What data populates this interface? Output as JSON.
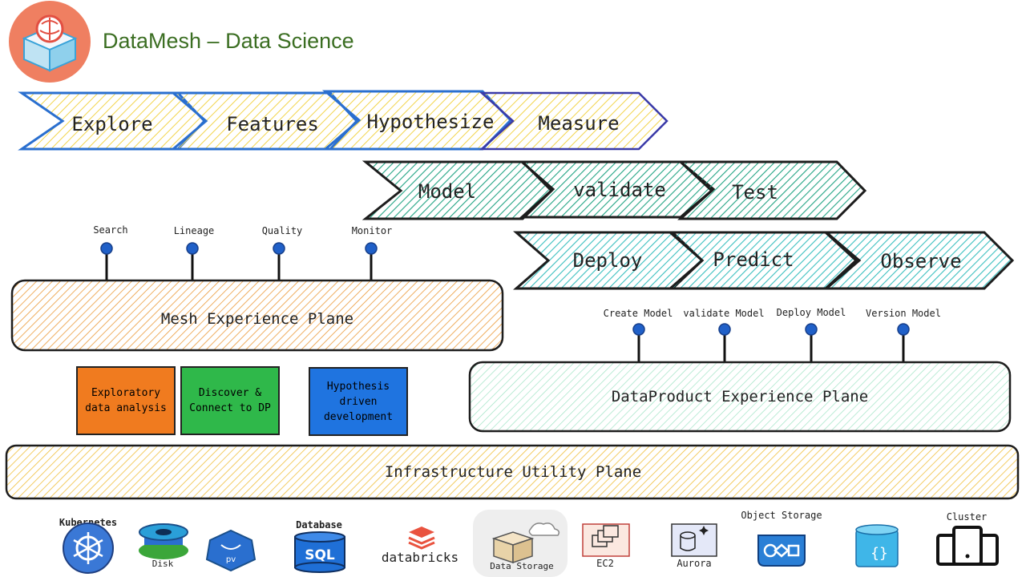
{
  "title": "DataMesh – Data Science",
  "row1": [
    "Explore",
    "Features",
    "Hypothesize",
    "Measure"
  ],
  "row2": [
    "Model",
    "validate",
    "Test"
  ],
  "row3": [
    "Deploy",
    "Predict",
    "Observe"
  ],
  "mesh_pins": [
    "Search",
    "Lineage",
    "Quality",
    "Monitor"
  ],
  "dp_pins": [
    "Create Model",
    "validate Model",
    "Deploy Model",
    "Version Model"
  ],
  "mesh_plane": "Mesh Experience Plane",
  "dp_plane": "DataProduct Experience Plane",
  "infra_plane": "Infrastructure Utility Plane",
  "squares": [
    {
      "label": "Exploratory data analysis",
      "color": "#f07b1f"
    },
    {
      "label": "Discover & Connect to DP",
      "color": "#2fb84a"
    },
    {
      "label": "Hypothesis driven development",
      "color": "#1f74e0"
    }
  ],
  "infra_items": {
    "kubernetes": "Kubernetes",
    "disk": "Disk",
    "pv": "pv",
    "database": "Database",
    "sql": "SQL",
    "databricks": "databricks",
    "data_storage": "Data Storage",
    "ec2": "EC2",
    "aurora": "Aurora",
    "object_storage": "Object Storage",
    "cluster": "Cluster"
  },
  "colors": {
    "yellow_fill": "#f2d44a",
    "blue_stroke": "#2a6fcf",
    "teal_fill": "#23a484",
    "cyan_fill": "#3bbfbf",
    "orange_fill": "#eb9a3a",
    "mint_fill": "#7fd9b0",
    "pin_blue": "#2060c8"
  }
}
